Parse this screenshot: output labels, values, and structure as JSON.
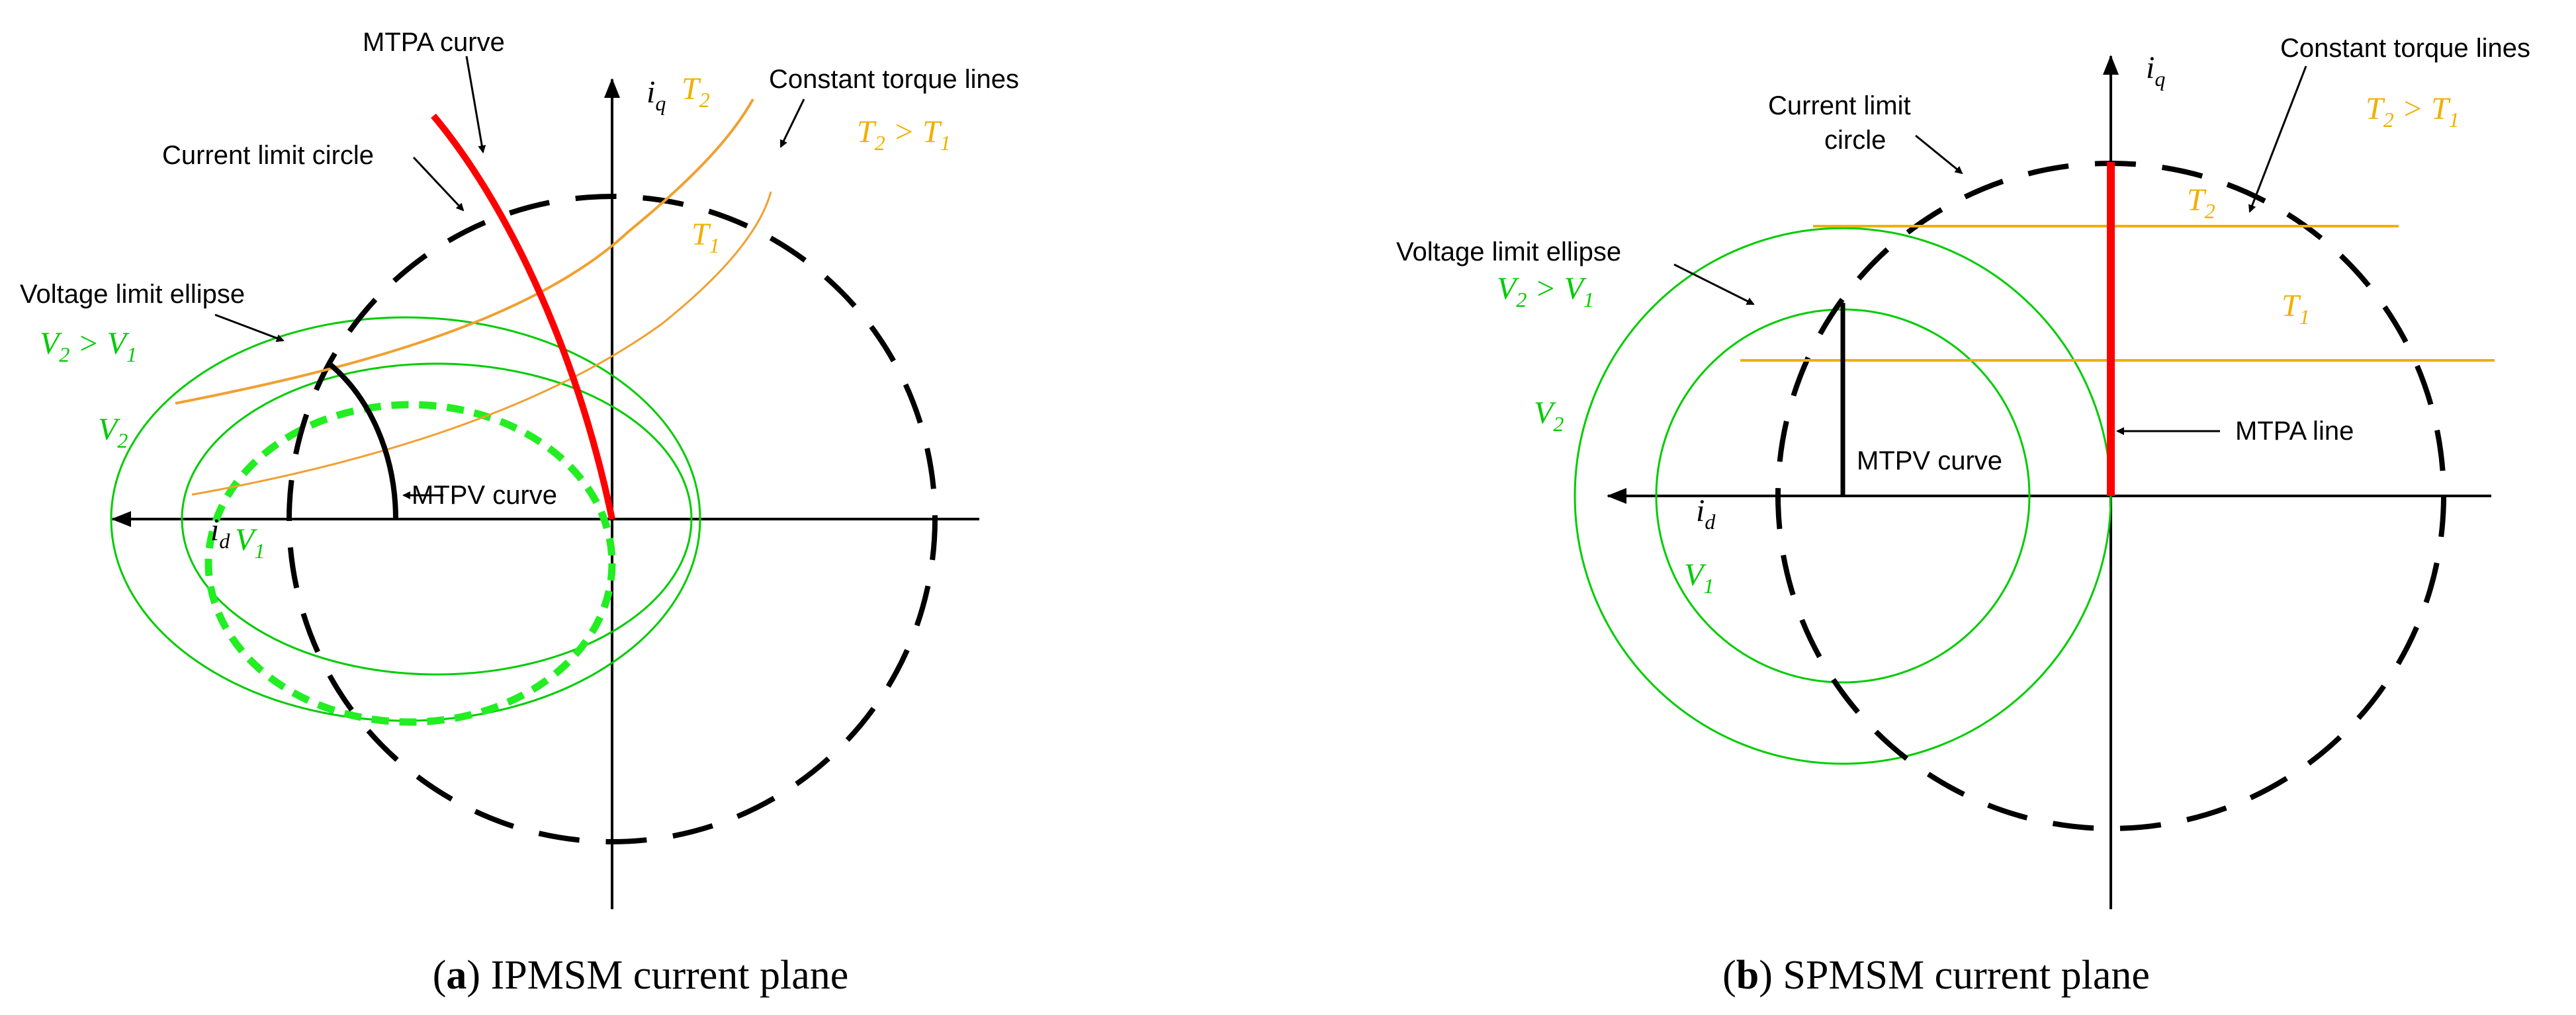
{
  "colors": {
    "axis": "#000000",
    "current_limit": "#000000",
    "mtpa": "#ff0000",
    "voltage_ellipse": "#00cc00",
    "voltage_dotted": "#22ee22",
    "torque_orange": "#f0a030",
    "torque_label": "#f0b000",
    "mtpv": "#000000"
  },
  "panel_a": {
    "caption_letter": "a",
    "caption_text": "IPMSM current plane",
    "labels": {
      "mtpa_curve": "MTPA curve",
      "current_limit_circle": "Current  limit circle",
      "voltage_limit_ellipse": "Voltage limit ellipse",
      "constant_torque_lines": "Constant torque lines",
      "mtpv_curve": "MTPV curve"
    },
    "math": {
      "iq": {
        "base": "i",
        "sub": "q"
      },
      "id": {
        "base": "i",
        "sub": "d"
      },
      "T2": {
        "base": "T",
        "sub": "2"
      },
      "T1": {
        "base": "T",
        "sub": "1"
      },
      "V2": {
        "base": "V",
        "sub": "2"
      },
      "V1": {
        "base": "V",
        "sub": "1"
      },
      "torque_relation": {
        "a": "T",
        "a_sub": "2",
        "op": " > ",
        "b": "T",
        "b_sub": "1"
      },
      "voltage_relation": {
        "a": "V",
        "a_sub": "2",
        "op": " > ",
        "b": "V",
        "b_sub": "1"
      }
    }
  },
  "panel_b": {
    "caption_letter": "b",
    "caption_text": "SPMSM current plane",
    "labels": {
      "current_limit_line1": "Current  limit",
      "current_limit_line2": "circle",
      "voltage_limit_ellipse": "Voltage limit ellipse",
      "constant_torque_lines": "Constant torque lines",
      "mtpv_curve": "MTPV curve",
      "mtpa_line": "MTPA line"
    },
    "math": {
      "iq": {
        "base": "i",
        "sub": "q"
      },
      "id": {
        "base": "i",
        "sub": "d"
      },
      "T2": {
        "base": "T",
        "sub": "2"
      },
      "T1": {
        "base": "T",
        "sub": "1"
      },
      "V2": {
        "base": "V",
        "sub": "2"
      },
      "V1": {
        "base": "V",
        "sub": "1"
      },
      "torque_relation": {
        "a": "T",
        "a_sub": "2",
        "op": " > ",
        "b": "T",
        "b_sub": "1"
      },
      "voltage_relation": {
        "a": "V",
        "a_sub": "2",
        "op": " > ",
        "b": "V",
        "b_sub": "1"
      }
    }
  }
}
